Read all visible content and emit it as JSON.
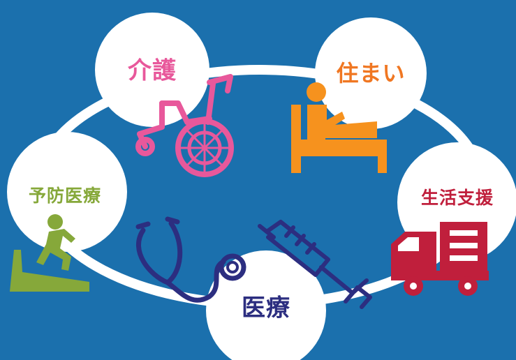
{
  "colors": {
    "background": "#1b70ad",
    "circle": "#ffffff",
    "kaigo": "#e8589b",
    "sumai": "#f07722",
    "yobou": "#86a83a",
    "seikatsu": "#c01f3c",
    "iryou": "#2c2e80",
    "bed_icon": "#f6921e"
  },
  "nodes": [
    {
      "label": "介護",
      "color_key": "kaigo",
      "icon": "wheelchair-icon"
    },
    {
      "label": "住まい",
      "color_key": "sumai",
      "icon": "bed-person-icon"
    },
    {
      "label": "予防医療",
      "color_key": "yobou",
      "icon": "treadmill-icon"
    },
    {
      "label": "生活支援",
      "color_key": "seikatsu",
      "icon": "delivery-truck-icon"
    },
    {
      "label": "医療",
      "color_key": "iryou",
      "icon": "stethoscope-icon"
    }
  ],
  "extra_icons": [
    "syringe-icon"
  ]
}
